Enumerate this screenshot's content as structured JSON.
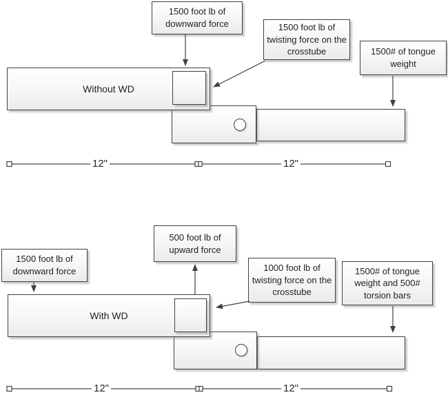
{
  "colors": {
    "shape_border": "#404040",
    "connector": "#404040",
    "dimension_line": "#8c8c8c",
    "text": "#1f1f1f"
  },
  "diagrams": [
    {
      "bar_label": "Without WD",
      "callout_downward": "1500 foot lb of downward force",
      "callout_twisting": "1500 foot lb of twisting force on the crosstube",
      "callout_tongue": "1500# of tongue weight",
      "dim_left": "12\"",
      "dim_right": "12\""
    },
    {
      "bar_label": "With WD",
      "callout_downward": "1500 foot lb of downward force",
      "callout_upward": "500 foot lb of upward force",
      "callout_twisting": "1000 foot lb of twisting force on the crosstube",
      "callout_tongue": "1500# of tongue weight and 500# torsion bars",
      "dim_left": "12\"",
      "dim_right": "12\""
    }
  ]
}
